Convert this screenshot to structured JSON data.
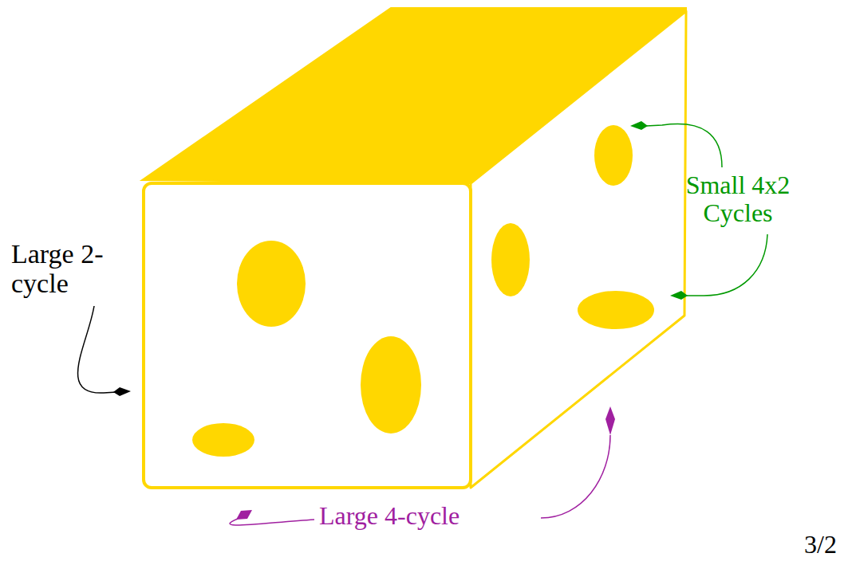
{
  "diagram": {
    "labels": [
      "Large 2-cycle",
      "Small 4x2 Cycles",
      "Large 4-cycle",
      "3/2"
    ]
  }
}
